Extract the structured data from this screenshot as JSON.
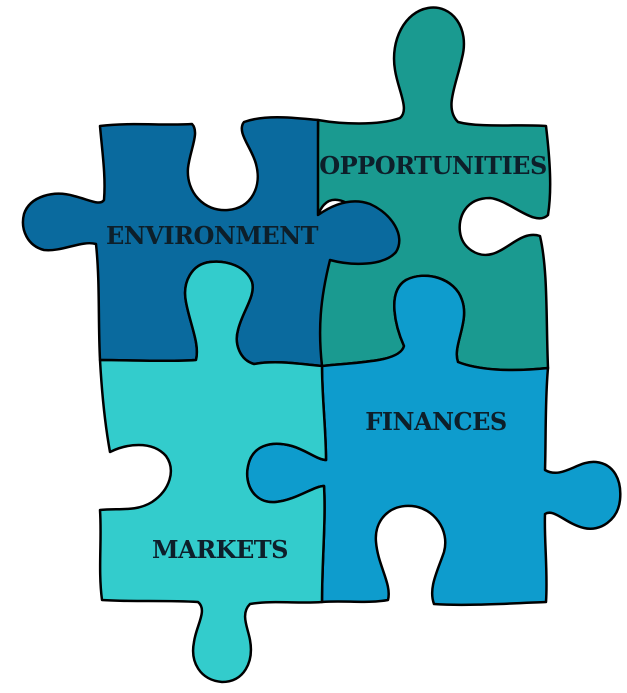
{
  "pieces": [
    {
      "key": "opportunities",
      "label": "OPPORTUNITIES",
      "color": "#1a9a90"
    },
    {
      "key": "environment",
      "label": "ENVIRONMENT",
      "color": "#0a6a9e"
    },
    {
      "key": "finances",
      "label": "FINANCES",
      "color": "#0e9ccd"
    },
    {
      "key": "markets",
      "label": "MARKETS",
      "color": "#33cccc"
    }
  ]
}
